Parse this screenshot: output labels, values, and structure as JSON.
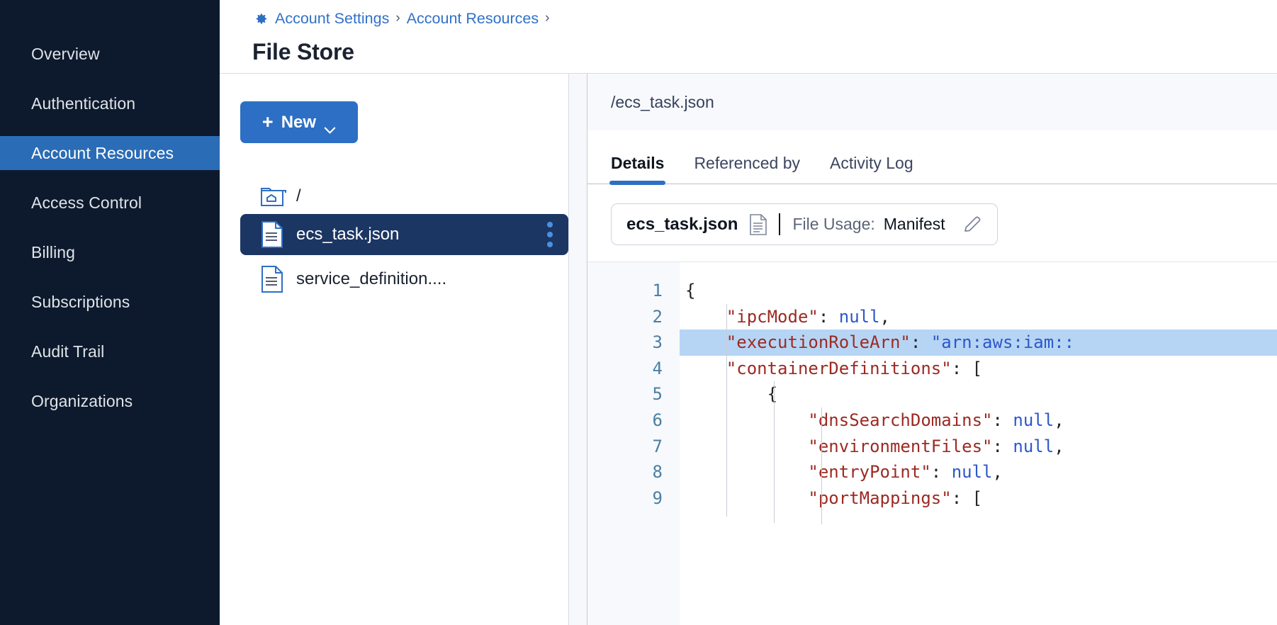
{
  "sidebar": {
    "items": [
      {
        "label": "Overview",
        "active": false
      },
      {
        "label": "Authentication",
        "active": false
      },
      {
        "label": "Account Resources",
        "active": true
      },
      {
        "label": "Access Control",
        "active": false
      },
      {
        "label": "Billing",
        "active": false
      },
      {
        "label": "Subscriptions",
        "active": false
      },
      {
        "label": "Audit Trail",
        "active": false
      },
      {
        "label": "Organizations",
        "active": false
      }
    ]
  },
  "header": {
    "gear_icon": "gear-icon",
    "breadcrumbs": [
      "Account Settings",
      "Account Resources"
    ],
    "separator": "›",
    "trailing_separator": "›",
    "title": "File Store"
  },
  "browser": {
    "new_button": {
      "plus": "+",
      "label": "New",
      "caret": "chevron-down-icon"
    },
    "root": {
      "icon": "folder-home-icon",
      "label": "/"
    },
    "files": [
      {
        "name": "ecs_task.json",
        "icon": "json-file-icon",
        "selected": true,
        "menu": "kebab-menu-icon"
      },
      {
        "name": "service_definition....",
        "icon": "file-icon",
        "selected": false
      }
    ]
  },
  "detail": {
    "path": "/ecs_task.json",
    "tabs": [
      {
        "label": "Details",
        "active": true
      },
      {
        "label": "Referenced by",
        "active": false
      },
      {
        "label": "Activity Log",
        "active": false
      }
    ],
    "usage": {
      "file_name": "ecs_task.json",
      "file_icon": "document-icon",
      "label": "File Usage:",
      "value": "Manifest",
      "edit_icon": "pencil-icon"
    }
  },
  "code": {
    "language": "json",
    "highlighted_line": 3,
    "lines": [
      {
        "n": 1,
        "tokens": [
          {
            "t": "{",
            "c": "p"
          }
        ]
      },
      {
        "n": 2,
        "tokens": [
          {
            "t": "    ",
            "c": "p"
          },
          {
            "t": "\"ipcMode\"",
            "c": "k"
          },
          {
            "t": ": ",
            "c": "p"
          },
          {
            "t": "null",
            "c": "nul"
          },
          {
            "t": ",",
            "c": "p"
          }
        ]
      },
      {
        "n": 3,
        "tokens": [
          {
            "t": "    ",
            "c": "p"
          },
          {
            "t": "\"executionRoleArn\"",
            "c": "k"
          },
          {
            "t": ": ",
            "c": "p"
          },
          {
            "t": "\"arn:aws:iam::",
            "c": "str"
          }
        ]
      },
      {
        "n": 4,
        "tokens": [
          {
            "t": "    ",
            "c": "p"
          },
          {
            "t": "\"containerDefinitions\"",
            "c": "k"
          },
          {
            "t": ": [",
            "c": "p"
          }
        ]
      },
      {
        "n": 5,
        "tokens": [
          {
            "t": "        ",
            "c": "p"
          },
          {
            "t": "{",
            "c": "p"
          }
        ]
      },
      {
        "n": 6,
        "tokens": [
          {
            "t": "            ",
            "c": "p"
          },
          {
            "t": "\"dnsSearchDomains\"",
            "c": "k"
          },
          {
            "t": ": ",
            "c": "p"
          },
          {
            "t": "null",
            "c": "nul"
          },
          {
            "t": ",",
            "c": "p"
          }
        ]
      },
      {
        "n": 7,
        "tokens": [
          {
            "t": "            ",
            "c": "p"
          },
          {
            "t": "\"environmentFiles\"",
            "c": "k"
          },
          {
            "t": ": ",
            "c": "p"
          },
          {
            "t": "null",
            "c": "nul"
          },
          {
            "t": ",",
            "c": "p"
          }
        ]
      },
      {
        "n": 8,
        "tokens": [
          {
            "t": "            ",
            "c": "p"
          },
          {
            "t": "\"entryPoint\"",
            "c": "k"
          },
          {
            "t": ": ",
            "c": "p"
          },
          {
            "t": "null",
            "c": "nul"
          },
          {
            "t": ",",
            "c": "p"
          }
        ]
      },
      {
        "n": 9,
        "tokens": [
          {
            "t": "            ",
            "c": "p"
          },
          {
            "t": "\"portMappings\"",
            "c": "k"
          },
          {
            "t": ": [",
            "c": "p"
          }
        ]
      }
    ]
  },
  "colors": {
    "sidebar_bg": "#0d1a2d",
    "accent_blue": "#2d6fc4",
    "selected_row": "#1b3663",
    "link_blue": "#3071c8",
    "code_key": "#9c2a23",
    "code_value": "#2c58c8",
    "highlight_line": "#b6d5f5"
  }
}
